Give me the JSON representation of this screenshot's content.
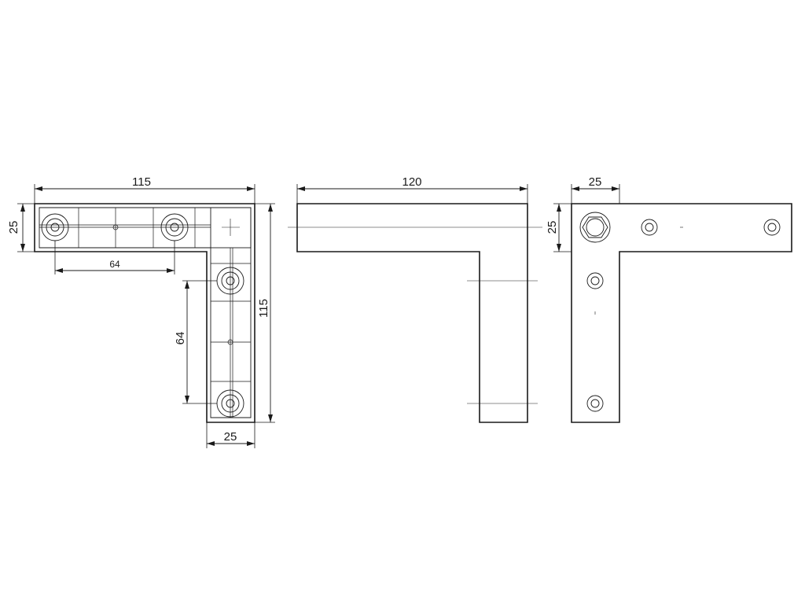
{
  "dimensions": {
    "front_top_width": "115",
    "front_left_height": "25",
    "front_hole_spacing_h": "64",
    "front_hole_spacing_v": "64",
    "front_right_height": "115",
    "front_bottom_width": "25",
    "middle_top_width": "120",
    "right_top_width": "25",
    "right_left_height": "25"
  }
}
